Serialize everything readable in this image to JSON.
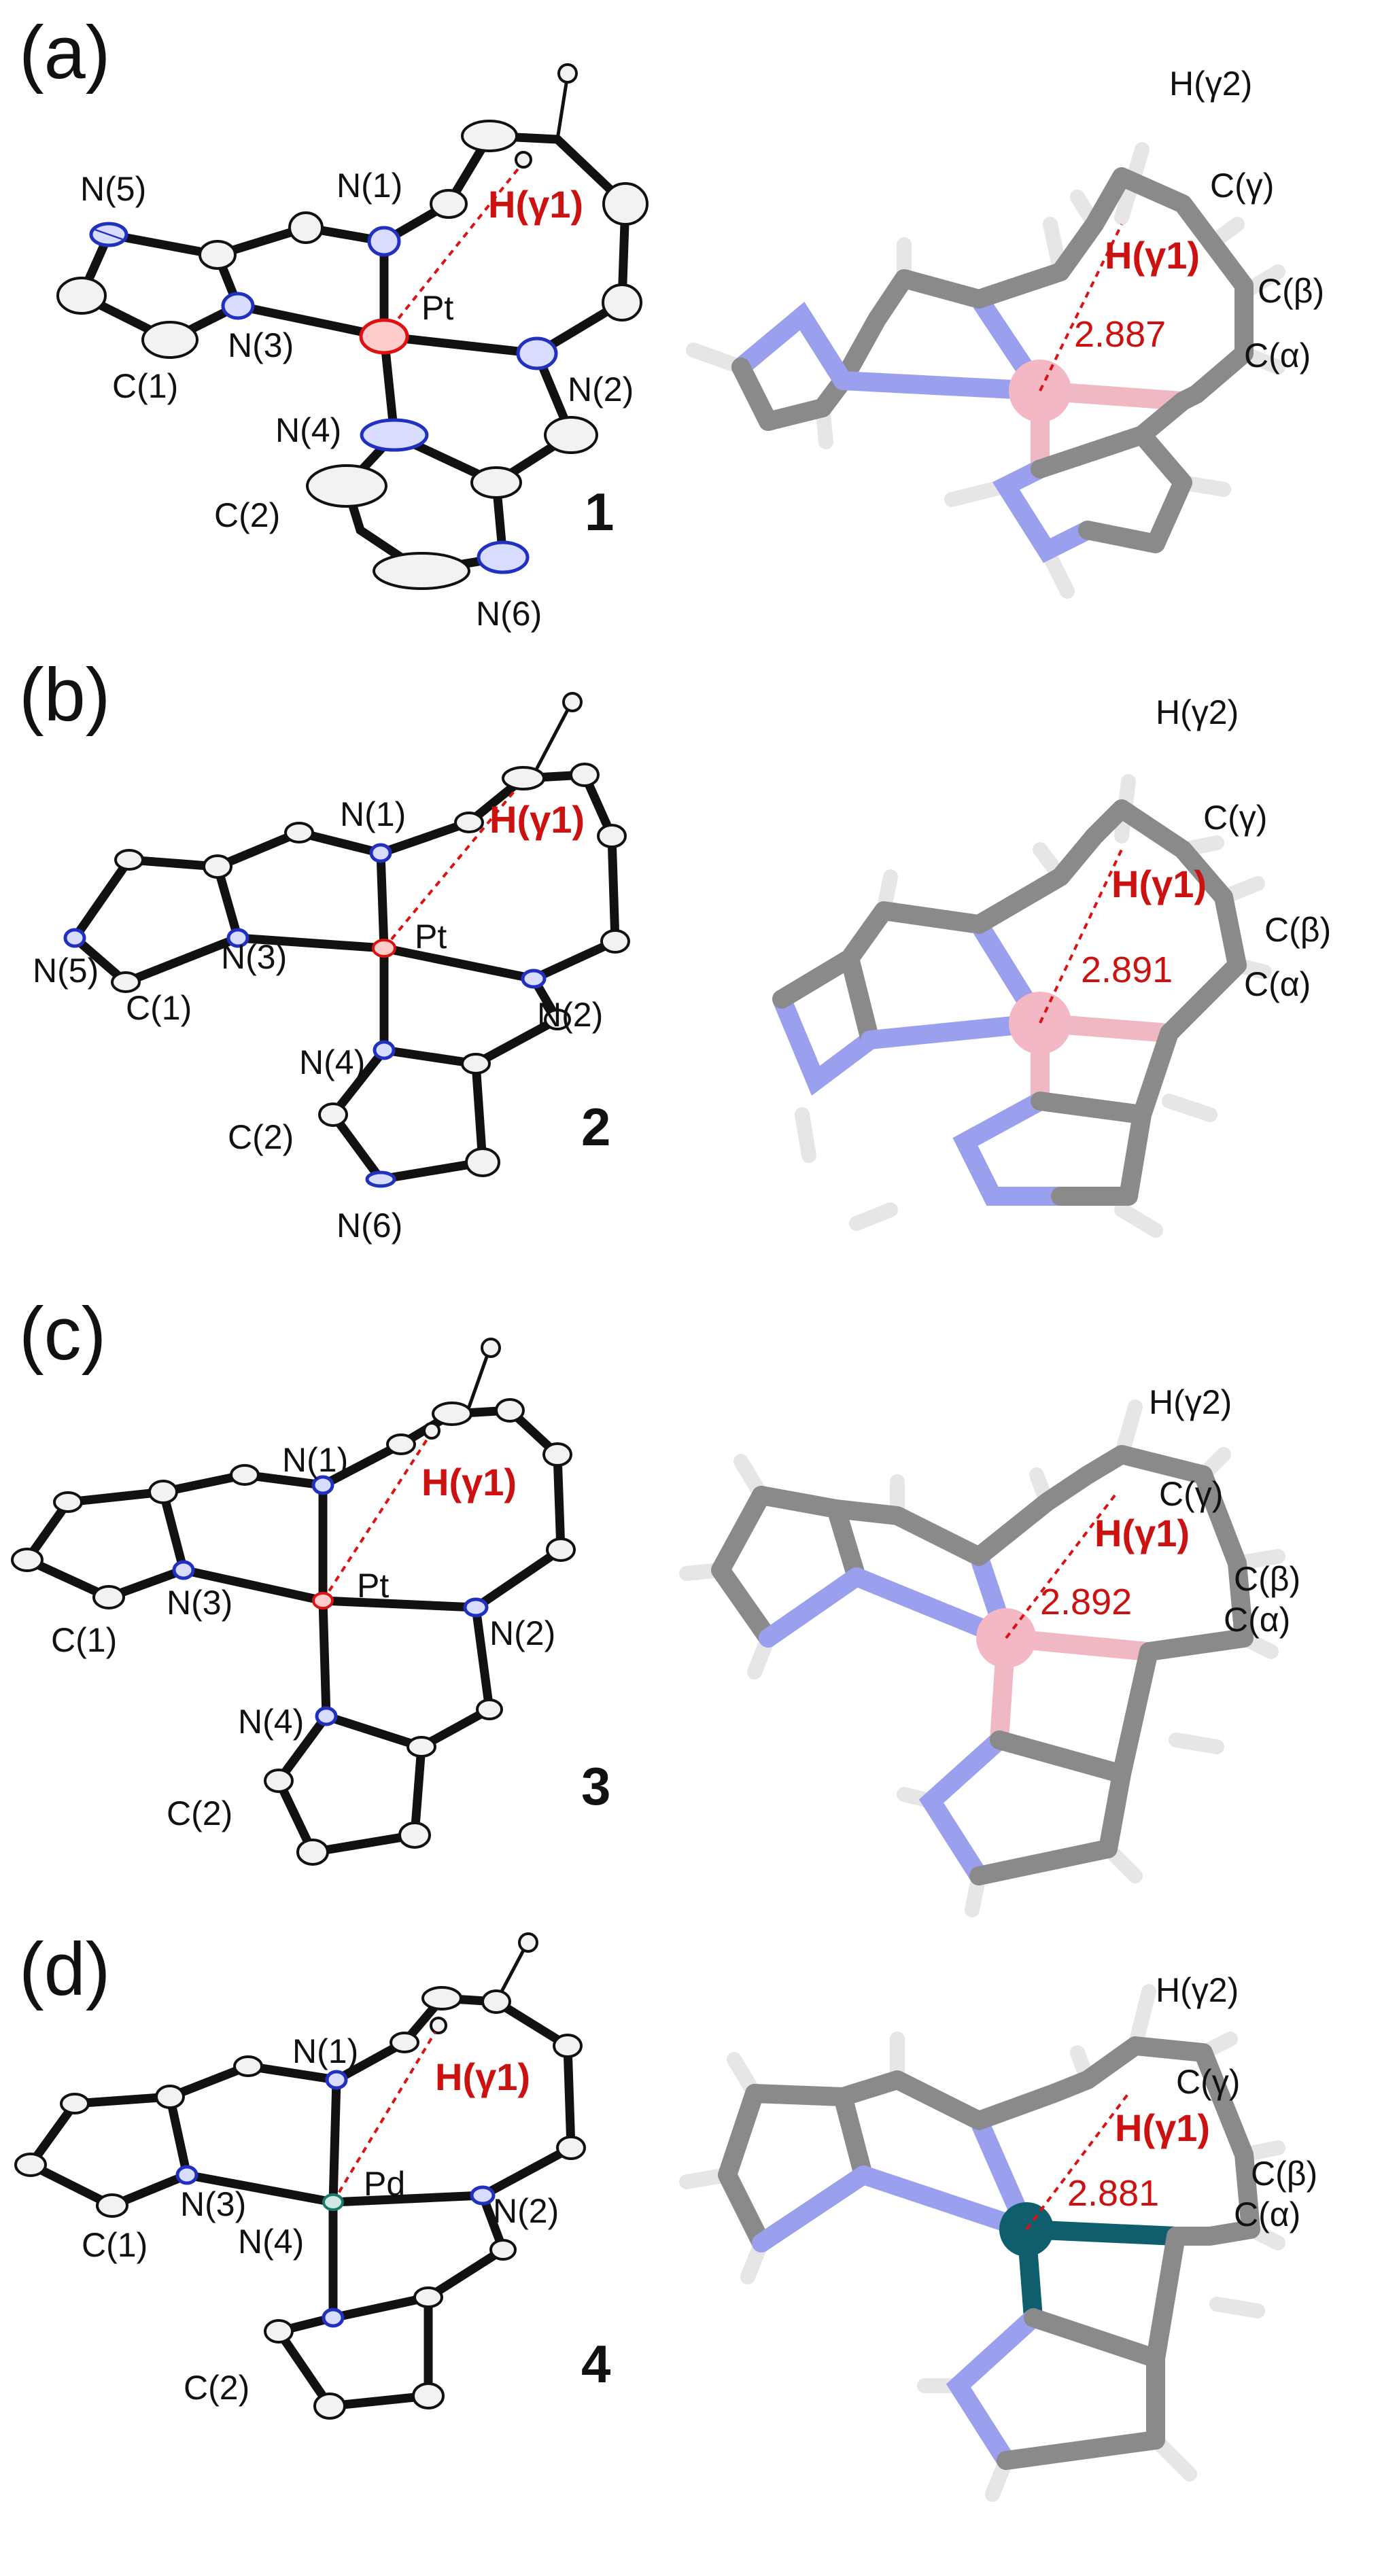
{
  "panels": [
    {
      "id": "a",
      "label": "(a)",
      "compound": "1",
      "metal": "Pt",
      "metal_color": "#f4b8c4",
      "distance": "2.887",
      "ortep_atoms": {
        "n1": "N(1)",
        "n2": "N(2)",
        "n3": "N(3)",
        "n4": "N(4)",
        "n5": "N(5)",
        "n6": "N(6)",
        "c1": "C(1)",
        "c2": "C(2)",
        "m": "Pt",
        "h1": "H(γ1)"
      },
      "stick_atoms": {
        "h2": "H(γ2)",
        "cg": "C(γ)",
        "cb": "C(β)",
        "ca": "C(α)",
        "h1": "H(γ1)"
      }
    },
    {
      "id": "b",
      "label": "(b)",
      "compound": "2",
      "metal": "Pt",
      "metal_color": "#f4b8c4",
      "distance": "2.891",
      "ortep_atoms": {
        "n1": "N(1)",
        "n2": "N(2)",
        "n3": "N(3)",
        "n4": "N(4)",
        "n5": "N(5)",
        "n6": "N(6)",
        "c1": "C(1)",
        "c2": "C(2)",
        "m": "Pt",
        "h1": "H(γ1)"
      },
      "stick_atoms": {
        "h2": "H(γ2)",
        "cg": "C(γ)",
        "cb": "C(β)",
        "ca": "C(α)",
        "h1": "H(γ1)"
      }
    },
    {
      "id": "c",
      "label": "(c)",
      "compound": "3",
      "metal": "Pt",
      "metal_color": "#f4b8c4",
      "distance": "2.892",
      "ortep_atoms": {
        "n1": "N(1)",
        "n2": "N(2)",
        "n3": "N(3)",
        "n4": "N(4)",
        "c1": "C(1)",
        "c2": "C(2)",
        "m": "Pt",
        "h1": "H(γ1)"
      },
      "stick_atoms": {
        "h2": "H(γ2)",
        "cg": "C(γ)",
        "cb": "C(β)",
        "ca": "C(α)",
        "h1": "H(γ1)"
      }
    },
    {
      "id": "d",
      "label": "(d)",
      "compound": "4",
      "metal": "Pd",
      "metal_color": "#0f5e6e",
      "distance": "2.881",
      "ortep_atoms": {
        "n1": "N(1)",
        "n2": "N(2)",
        "n3": "N(3)",
        "n4": "N(4)",
        "c1": "C(1)",
        "c2": "C(2)",
        "m": "Pd",
        "h1": "H(γ1)"
      },
      "stick_atoms": {
        "h2": "H(γ2)",
        "cg": "C(γ)",
        "cb": "C(β)",
        "ca": "C(α)",
        "h1": "H(γ1)"
      }
    }
  ]
}
